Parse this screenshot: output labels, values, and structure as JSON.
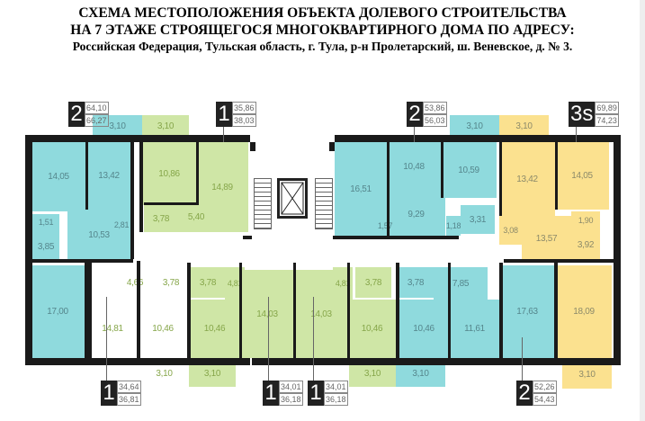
{
  "title": {
    "line1": "СХЕМА МЕСТОПОЛОЖЕНИЯ ОБЪЕКТА ДОЛЕВОГО СТРОИТЕЛЬСТВА",
    "line2": "НА 7 ЭТАЖЕ СТРОЯЩЕГОСЯ МНОГОКВАРТИРНОГО ДОМА ПО АДРЕСУ:",
    "line3": "Российская Федерация, Тульская область, г. Тула, р-н Пролетарский, ш. Веневское, д. № 3."
  },
  "colors": {
    "cyan": "#8fdadd",
    "green": "#cfe6a6",
    "yellow": "#fbe18f",
    "wall": "#1a1a1a"
  },
  "apartments": [
    {
      "type": "2",
      "area": "64,10",
      "area_total": "66,27"
    },
    {
      "type": "1",
      "area": "35,86",
      "area_total": "38,03"
    },
    {
      "type": "2",
      "area": "53,86",
      "area_total": "56,03"
    },
    {
      "type": "3s",
      "area": "69,89",
      "area_total": "74,23"
    },
    {
      "type": "1",
      "area": "34,64",
      "area_total": "36,81"
    },
    {
      "type": "1",
      "area": "34,01",
      "area_total": "36,18"
    },
    {
      "type": "1",
      "area": "34,01",
      "area_total": "36,18"
    },
    {
      "type": "2",
      "area": "52,26",
      "area_total": "54,43"
    }
  ],
  "rooms": [
    {
      "area": "14,05",
      "color": "c"
    },
    {
      "area": "13,42",
      "color": "c"
    },
    {
      "area": "10,53",
      "color": "c"
    },
    {
      "area": "1,51",
      "color": "c"
    },
    {
      "area": "3,85",
      "color": "c"
    },
    {
      "area": "2,81",
      "color": "c"
    },
    {
      "area": "3,10",
      "color": "c"
    },
    {
      "area": "3,10",
      "color": "g"
    },
    {
      "area": "10,86",
      "color": "g"
    },
    {
      "area": "14,89",
      "color": "g"
    },
    {
      "area": "3,78",
      "color": "g"
    },
    {
      "area": "5,40",
      "color": "g"
    },
    {
      "area": "16,51",
      "color": "c"
    },
    {
      "area": "10,48",
      "color": "c"
    },
    {
      "area": "10,59",
      "color": "c"
    },
    {
      "area": "9,29",
      "color": "c"
    },
    {
      "area": "1,57",
      "color": "c"
    },
    {
      "area": "1,18",
      "color": "c"
    },
    {
      "area": "3,31",
      "color": "c"
    },
    {
      "area": "3,10",
      "color": "c"
    },
    {
      "area": "3,10",
      "color": "y"
    },
    {
      "area": "13,42",
      "color": "y"
    },
    {
      "area": "14,05",
      "color": "y"
    },
    {
      "area": "3,08",
      "color": "y"
    },
    {
      "area": "13,57",
      "color": "y"
    },
    {
      "area": "1,90",
      "color": "y"
    },
    {
      "area": "3,92",
      "color": "y"
    },
    {
      "area": "17,00",
      "color": "c"
    },
    {
      "area": "14,81",
      "color": "w"
    },
    {
      "area": "4,66",
      "color": "w"
    },
    {
      "area": "3,78",
      "color": "w"
    },
    {
      "area": "10,46",
      "color": "w"
    },
    {
      "area": "3,78",
      "color": "g"
    },
    {
      "area": "4,81",
      "color": "g"
    },
    {
      "area": "10,46",
      "color": "g"
    },
    {
      "area": "14,03",
      "color": "g"
    },
    {
      "area": "14,03",
      "color": "g"
    },
    {
      "area": "4,81",
      "color": "g"
    },
    {
      "area": "10,46",
      "color": "g"
    },
    {
      "area": "3,78",
      "color": "g"
    },
    {
      "area": "3,78",
      "color": "c"
    },
    {
      "area": "10,46",
      "color": "c"
    },
    {
      "area": "7,85",
      "color": "c"
    },
    {
      "area": "11,61",
      "color": "c"
    },
    {
      "area": "17,63",
      "color": "c"
    },
    {
      "area": "18,09",
      "color": "y"
    },
    {
      "area": "3,10",
      "color": "w"
    },
    {
      "area": "3,10",
      "color": "g"
    },
    {
      "area": "3,10",
      "color": "g"
    },
    {
      "area": "3,10",
      "color": "c"
    },
    {
      "area": "3,10",
      "color": "y"
    }
  ]
}
